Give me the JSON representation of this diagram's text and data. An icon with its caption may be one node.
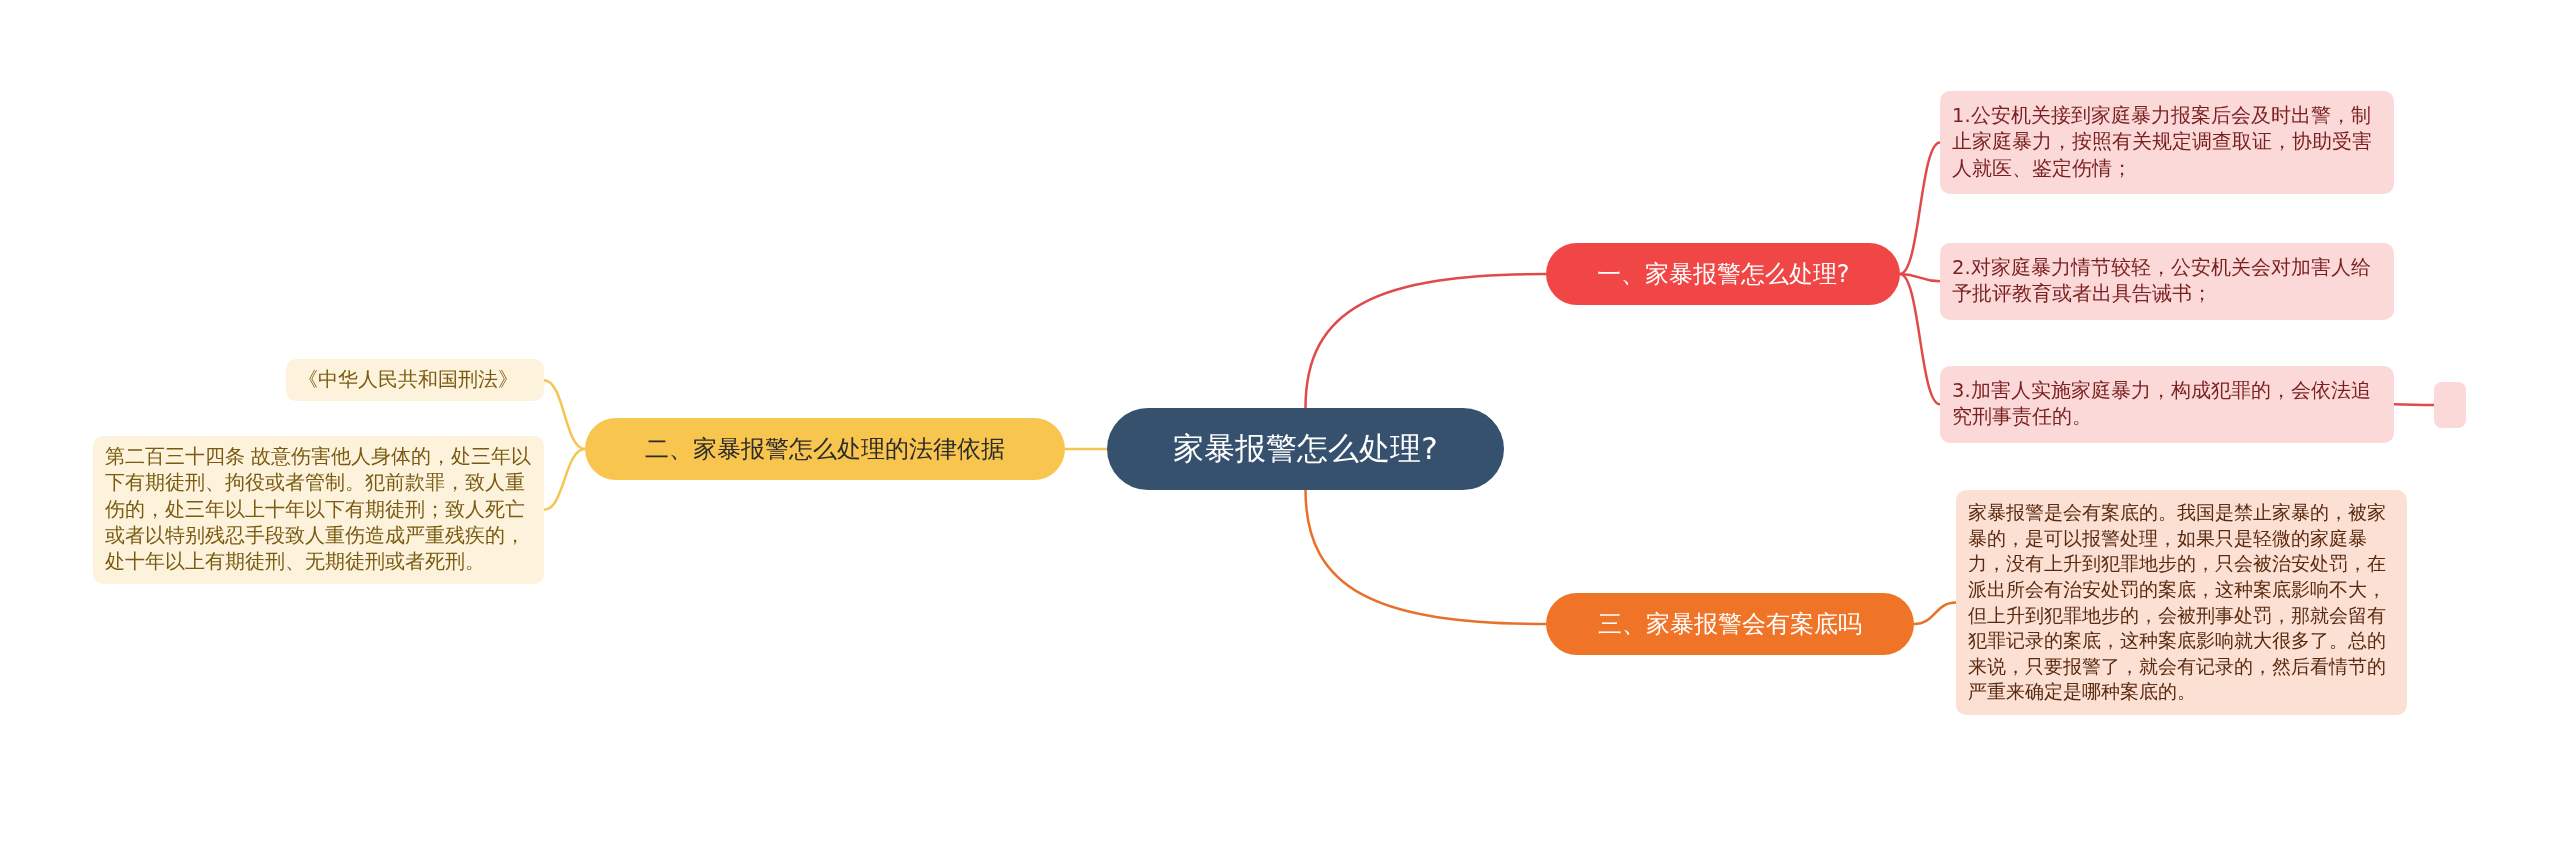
{
  "diagram": {
    "nodes": [
      {
        "text": [
          "家暴报警怎么处理?"
        ]
      },
      {
        "text": [
          "一、家暴报警怎么处理?"
        ]
      },
      {
        "text": [
          "1.公安机关接到家庭暴力报案后会及时出警，制止家庭暴力，按照有关规定调查取证，协助受害人就医、鉴定伤情；"
        ]
      },
      {
        "text": [
          "2.对家庭暴力情节较轻，公安机关会对加害人给予批评教育或者出具告诫书；"
        ]
      },
      {
        "text": [
          "3.加害人实施家庭暴力，构成犯罪的，会依法追究刑事责任的。"
        ]
      },
      {
        "text": [],
        "shape": "box"
      },
      {
        "text": [
          "三、家暴报警会有案底吗"
        ]
      },
      {
        "text": [
          "家暴报警是会有案底的。我国是禁止家暴的，被家暴的，是可以报警处理，如果只是轻微的家庭暴力，没有上升到犯罪地步的，只会被治安处罚，在派出所会有治安处罚的案底，这种案底影响不大，但上升到犯罪地步的，会被刑事处罚，那就会留有犯罪记录的案底，这种案底影响就大很多了。总的来说，只要报警了，就会有记录的，然后看情节的严重来确定是哪种案底的。"
        ]
      },
      {
        "text": [
          "二、家暴报警怎么处理的法律依据"
        ]
      },
      {
        "text": [
          "《中华人民共和国刑法》"
        ]
      },
      {
        "text": [
          "第二百三十四条 故意伤害他人身体的，处三年以下有期徒刑、拘役或者管制。犯前款罪，致人重伤的，处三年以上十年以下有期徒刑；致人死亡或者以特别残忍手段致人重伤造成严重残疾的，处十年以上有期徒刑、无期徒刑或者死刑。"
        ]
      }
    ],
    "edges": [
      {
        "from": 0,
        "to": 1,
        "arrow": "none"
      },
      {
        "from": 1,
        "to": 2,
        "arrow": "none"
      },
      {
        "from": 1,
        "to": 3,
        "arrow": "none"
      },
      {
        "from": 1,
        "to": 4,
        "arrow": "none"
      },
      {
        "from": 4,
        "to": 5,
        "arrow": "none"
      },
      {
        "from": 0,
        "to": 6,
        "arrow": "none",
        "color": "#e8702a"
      },
      {
        "from": 6,
        "to": 7,
        "arrow": "none",
        "color": "#e8702a"
      },
      {
        "from": 0,
        "to": 8,
        "arrow": "none",
        "color": "#f5c451"
      },
      {
        "from": 8,
        "to": 9,
        "arrow": "none",
        "color": "#f5c451"
      },
      {
        "from": 8,
        "to": 10,
        "arrow": "none",
        "color": "#f5c451"
      }
    ]
  }
}
